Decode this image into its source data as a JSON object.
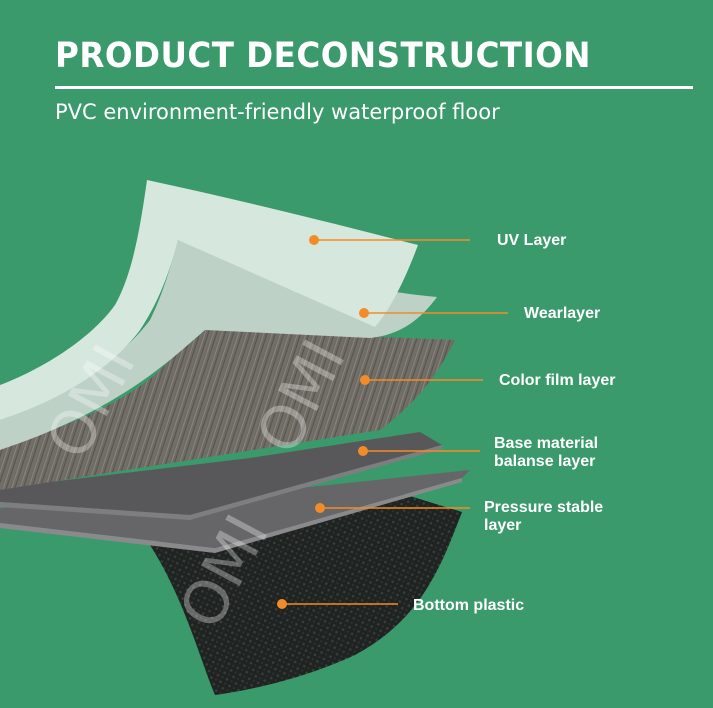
{
  "header": {
    "title": "PRODUCT DECONSTRUCTION",
    "subtitle": "PVC environment-friendly waterproof floor"
  },
  "layers": [
    {
      "line1": "UV Layer",
      "line2": ""
    },
    {
      "line1": "Wearlayer",
      "line2": ""
    },
    {
      "line1": "Color film layer",
      "line2": ""
    },
    {
      "line1": "Base material",
      "line2": "balanse layer"
    },
    {
      "line1": "Pressure stable",
      "line2": "layer"
    },
    {
      "line1": "Bottom plastic",
      "line2": ""
    }
  ],
  "watermark": "OMI",
  "colors": {
    "background": "#3a9a6c",
    "callout": "#f28c28",
    "uv_layer": "#d4e6db",
    "wear_layer": "#cfd8d4",
    "color_film": "#6e6a64",
    "base_layer": "#5a5a5c",
    "pressure_layer": "#666668",
    "bottom_plastic": "#1f2321"
  }
}
